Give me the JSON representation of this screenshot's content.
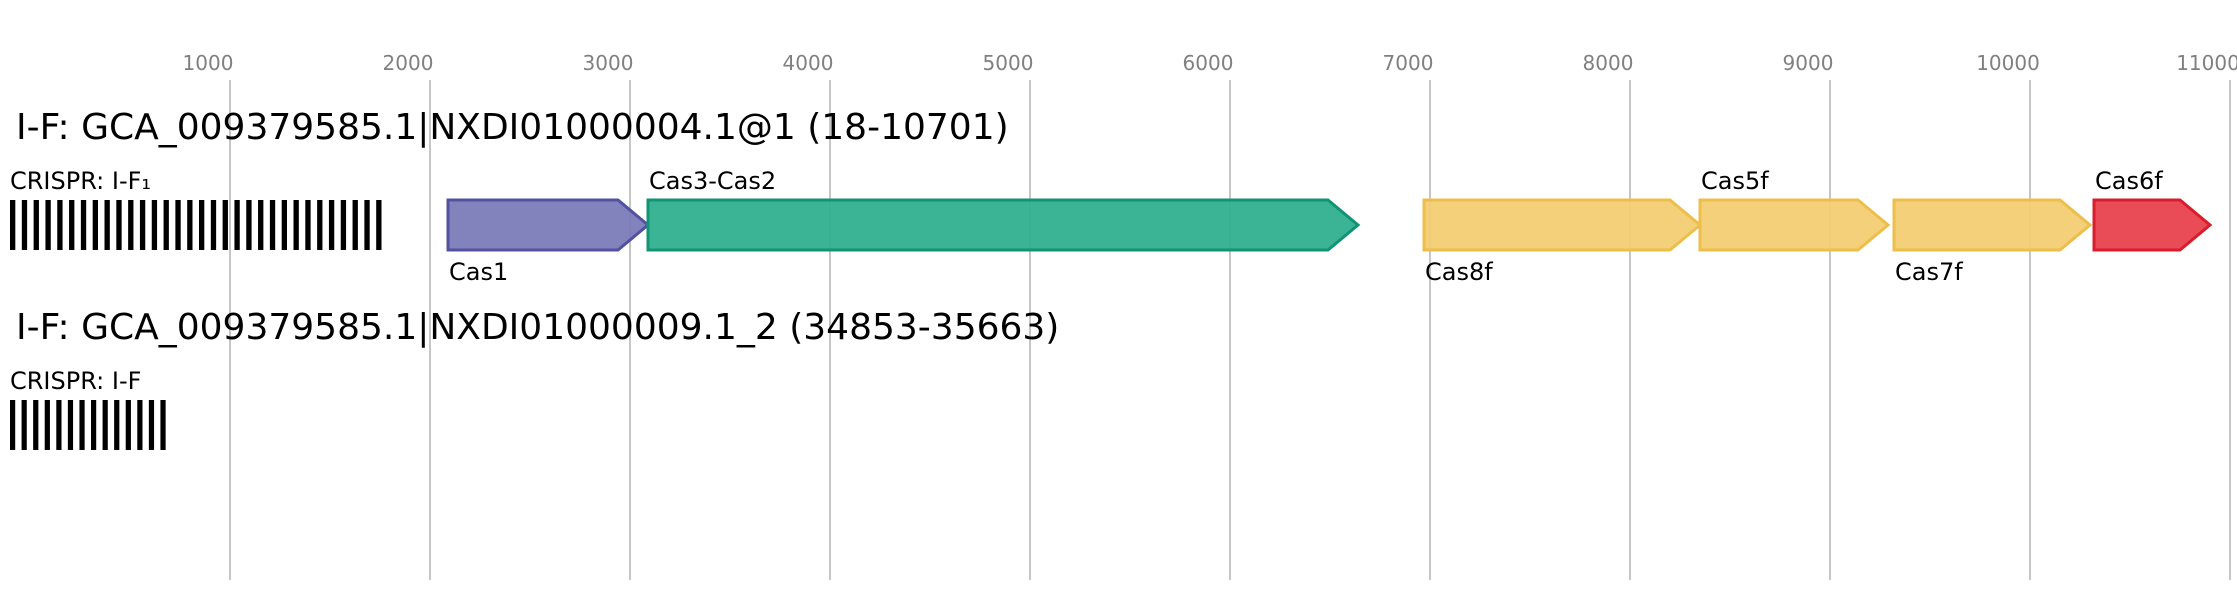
{
  "axis": {
    "ticks": [
      "1000",
      "2000",
      "3000",
      "4000",
      "5000",
      "6000",
      "7000",
      "8000",
      "9000",
      "10000",
      "11000"
    ],
    "gridline_color": "#b3b3b3"
  },
  "tracks": [
    {
      "title": "I-F: GCA_009379585.1|NXDI01000004.1@1 (18-10701)",
      "crispr": {
        "label": "CRISPR: I-F₁",
        "start": 0,
        "end": 1890,
        "repeat_count": 32
      },
      "genes": [
        {
          "name": "Cas1",
          "start": 2190,
          "end": 3190,
          "color": "#7b7bb9",
          "stroke": "#5252a0",
          "label_pos": "below"
        },
        {
          "name": "Cas3-Cas2",
          "start": 3190,
          "end": 6740,
          "color": "#2fb08f",
          "stroke": "#119473",
          "label_pos": "above"
        },
        {
          "name": "Cas8f",
          "start": 7070,
          "end": 8450,
          "color": "#f2cd72",
          "stroke": "#edbf4a",
          "label_pos": "below"
        },
        {
          "name": "Cas5f",
          "start": 8450,
          "end": 9390,
          "color": "#f2cd72",
          "stroke": "#edbf4a",
          "label_pos": "above"
        },
        {
          "name": "Cas7f",
          "start": 9420,
          "end": 10400,
          "color": "#f2cd72",
          "stroke": "#edbf4a",
          "label_pos": "below"
        },
        {
          "name": "Cas6f",
          "start": 10420,
          "end": 11000,
          "color": "#e8414e",
          "stroke": "#d81d2c",
          "label_pos": "above"
        }
      ]
    },
    {
      "title": "I-F: GCA_009379585.1|NXDI01000009.1_2 (34853-35663)",
      "crispr": {
        "label": "CRISPR: I-F",
        "start": 0,
        "end": 810,
        "repeat_count": 14
      },
      "genes": []
    }
  ]
}
